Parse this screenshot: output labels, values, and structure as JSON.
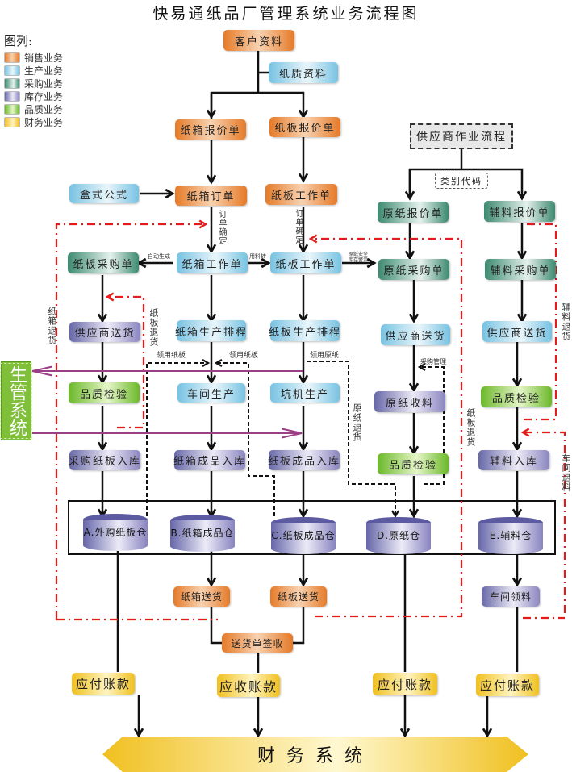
{
  "title": "快易通纸品厂管理系统业务流程图",
  "legend": {
    "title": "图列:",
    "items": [
      {
        "label": "销售业务",
        "color": "#e57a28"
      },
      {
        "label": "生产业务",
        "color": "#78c2e2"
      },
      {
        "label": "采购业务",
        "color": "#3d8a70"
      },
      {
        "label": "库存业务",
        "color": "#6868a8"
      },
      {
        "label": "品质业务",
        "color": "#6cb82a"
      },
      {
        "label": "财务业务",
        "color": "#f0c020"
      }
    ]
  },
  "nodes": {
    "customer_info": "客户资料",
    "paper_quality_info": "纸质资料",
    "carton_quote": "纸箱报价单",
    "board_quote": "纸板报价单",
    "box_formula": "盒式公式",
    "carton_order": "纸箱订单",
    "board_work_order_top": "纸板工作单",
    "supplier_flow": "供应商作业流程",
    "category_code": "类别代码",
    "raw_paper_quote": "原纸报价单",
    "aux_quote": "辅料报价单",
    "board_purchase": "纸板采购单",
    "carton_work_order": "纸箱工作单",
    "board_work_order": "纸板工作单",
    "raw_paper_purchase": "原纸采购单",
    "aux_purchase": "辅料采购单",
    "supplier_delivery_1": "供应商送货",
    "carton_schedule": "纸箱生产排程",
    "board_schedule": "纸板生产排程",
    "supplier_delivery_2": "供应商送货",
    "supplier_delivery_3": "供应商送货",
    "quality_check_1": "品质检验",
    "workshop_production": "车间生产",
    "corrugator_production": "坑机生产",
    "raw_paper_receiving": "原纸收料",
    "quality_check_2": "品质检验",
    "quality_check_3": "品质检验",
    "purchased_board_in": "采购纸板入库",
    "carton_finished_in": "纸箱成品入库",
    "board_finished_in": "纸板成品入库",
    "aux_in": "辅料入库",
    "carton_delivery": "纸箱送货",
    "board_delivery": "纸板送货",
    "workshop_material": "车间领料",
    "delivery_sign": "送货单签收",
    "payable_1": "应付账款",
    "receivable": "应收账款",
    "payable_2": "应付账款",
    "payable_3": "应付账款",
    "production_system": "生管系统",
    "finance_system": "财务系统"
  },
  "warehouses": [
    {
      "label": "A.外购纸板仓"
    },
    {
      "label": "B.纸箱成品仓"
    },
    {
      "label": "C.纸板成品仓"
    },
    {
      "label": "D.原纸仓"
    },
    {
      "label": "E.辅料仓"
    }
  ],
  "annotations": {
    "order_confirm_1": "订单确定",
    "order_confirm_2": "订单确定",
    "auto_generate": "自动生成",
    "material_transfer": "用料转",
    "raw_paper_stock_warning_1": "原纸安全",
    "raw_paper_stock_warning_2": "库存警示",
    "carton_return": "纸箱退货",
    "board_return_1": "纸板退货",
    "use_board_1": "领用纸板",
    "use_board_2": "领用纸板",
    "use_raw_paper": "领用原纸",
    "raw_paper_return": "原纸退货",
    "purchase_mgmt": "采购管理",
    "board_return_2": "纸板退货",
    "aux_return": "辅料退货",
    "workshop_return": "车间退料"
  },
  "colors": {
    "return_line": "#e31b1b",
    "production_link": "#9b3f86",
    "flow_line": "#111111"
  }
}
